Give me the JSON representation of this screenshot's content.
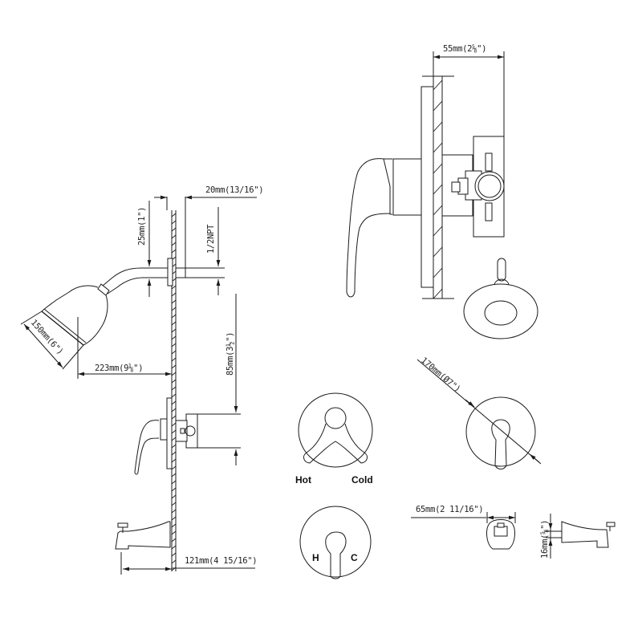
{
  "drawing": {
    "title": "Shower and tub faucet set dimension drawing",
    "stroke_color": "#1a1a1a",
    "background": "#ffffff"
  },
  "dimensions": {
    "top_depth": "55mm(2⅝\")",
    "arm_offset": "20mm(13/16\")",
    "arm_height": "25mm(1\")",
    "thread": "1/2NPT",
    "head_diameter": "150mm(6\")",
    "arm_reach": "223mm(9⅛\")",
    "valve_height": "85mm(3½\")",
    "spout_reach": "121mm(4 15/16\")",
    "plate_diameter": "170mm(Ø7\")",
    "spout_width": "65mm(2 11/16\")",
    "spout_inlet": "16mm(⅝\")"
  },
  "labels": {
    "hot": "Hot",
    "cold": "Cold",
    "h": "H",
    "c": "C"
  },
  "views": [
    "side-elevation-full-set",
    "valve-section-side",
    "shower-head-front",
    "trim-plate-front-dimensioned",
    "cross-handle-trim-front",
    "single-handle-trim-front",
    "tub-spout-front",
    "tub-spout-side"
  ]
}
